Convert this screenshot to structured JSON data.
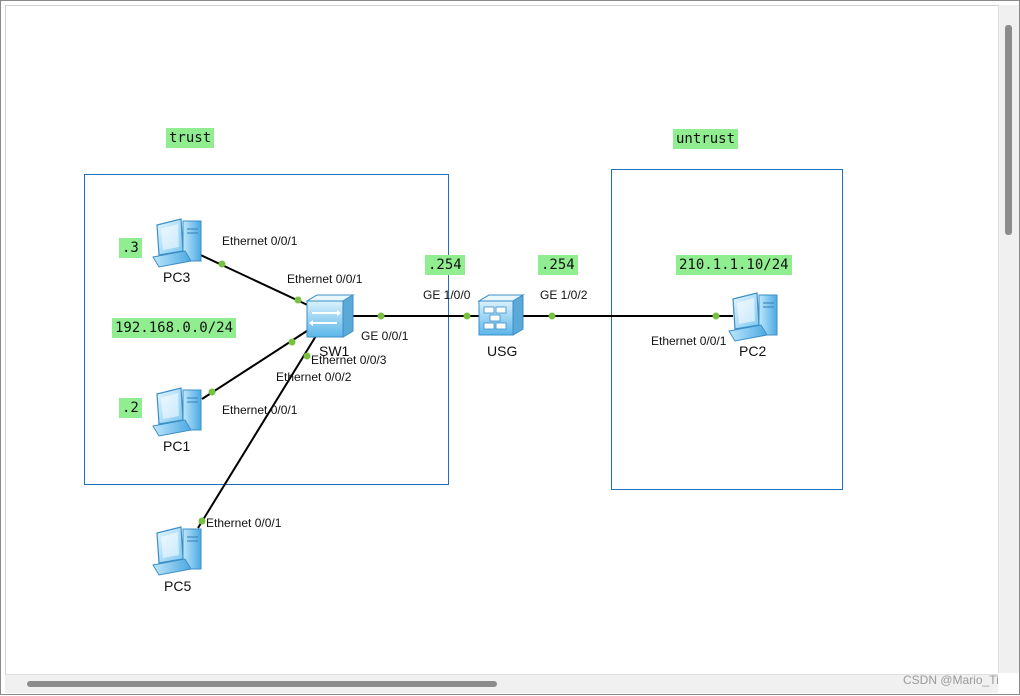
{
  "zones": {
    "trust": {
      "label": "trust"
    },
    "untrust": {
      "label": "untrust"
    }
  },
  "tags": {
    "pc3_ip": ".3",
    "pc1_ip": ".2",
    "trust_subnet": "192.168.0.0/24",
    "usg_trust_ip": ".254",
    "usg_untrust_ip": ".254",
    "pc2_ip": "210.1.1.10/24"
  },
  "devices": {
    "pc3": "PC3",
    "pc1": "PC1",
    "pc5": "PC5",
    "sw1": "SW1",
    "usg": "USG",
    "pc2": "PC2"
  },
  "ports": {
    "pc3_port": "Ethernet 0/0/1",
    "sw1_to_pc3": "Ethernet 0/0/1",
    "sw1_uplink": "GE 0/0/1",
    "sw1_to_pc5": "Ethernet 0/0/3",
    "sw1_to_pc1": "Ethernet 0/0/2",
    "pc1_port": "Ethernet 0/0/1",
    "pc5_port": "Ethernet 0/0/1",
    "usg_g100": "GE 1/0/0",
    "usg_g102": "GE 1/0/2",
    "pc2_port": "Ethernet 0/0/1"
  },
  "colors": {
    "link": "#000000",
    "port_dot": "#7ac143",
    "zone_border": "#1f6fbf",
    "tag_bg": "#90ee90"
  },
  "watermark": "CSDN @Mario_Ti"
}
